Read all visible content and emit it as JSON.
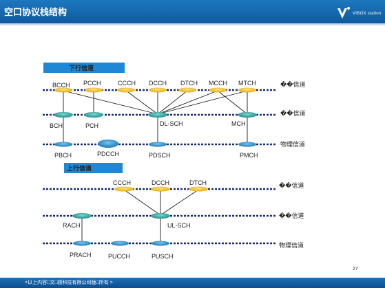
{
  "header": {
    "title": "空口协议栈结构",
    "logo_text": "VIBOX station"
  },
  "downlink": {
    "section_label": "下行信道",
    "logical_channels": [
      "BCCH",
      "PCCH",
      "CCCH",
      "DCCH",
      "DTCH",
      "MCCH",
      "MTCH"
    ],
    "transport_channels": [
      "BCH",
      "PCH",
      "DL-SCH",
      "MCH"
    ],
    "physical_channels": [
      "PBCH",
      "PDCCH",
      "PDSCH",
      "PMCH"
    ],
    "layer_labels": {
      "logical": "��信道",
      "transport": "��信道",
      "physical": "物理信道"
    }
  },
  "uplink": {
    "section_label": "上行信道",
    "logical_channels": [
      "CCCH",
      "DCCH",
      "DTCH"
    ],
    "transport_channels": [
      "RACH",
      "UL-SCH"
    ],
    "physical_channels": [
      "PRACH",
      "PUCCH",
      "PUSCH"
    ],
    "layer_labels": {
      "logical": "��信道",
      "transport": "��信道",
      "physical": "物理信道"
    }
  },
  "footer": {
    "text": "<以上内容□文□感科技有限公司版□所有 >",
    "page_number": "27"
  },
  "colors": {
    "header": "#0f5a9e",
    "logical_node": "#f2b418",
    "transport_node": "#2aa3a0",
    "physical_node": "#1a8cc7",
    "section_label_bg": "#1e88d6",
    "dotted_line": "#1a2a6e"
  }
}
